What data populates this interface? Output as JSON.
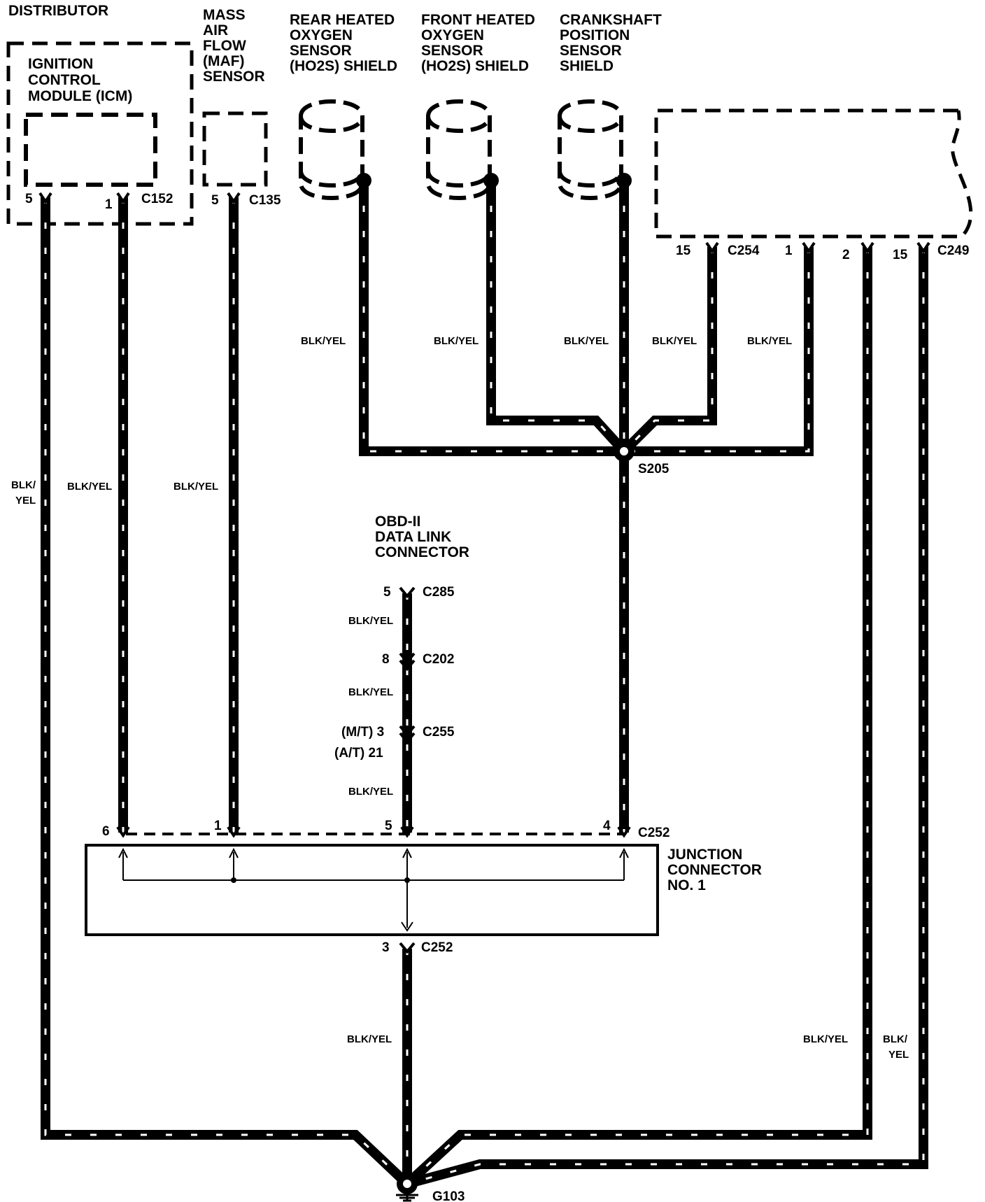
{
  "components": {
    "distributor": "DISTRIBUTOR",
    "icm": [
      "IGNITION",
      "CONTROL",
      "MODULE (ICM)"
    ],
    "maf": [
      "MASS",
      "AIR",
      "FLOW",
      "(MAF)",
      "SENSOR"
    ],
    "rear_ho2s": [
      "REAR HEATED",
      "OXYGEN",
      "SENSOR",
      "(HO2S) SHIELD"
    ],
    "front_ho2s": [
      "FRONT HEATED",
      "OXYGEN",
      "SENSOR",
      "(HO2S) SHIELD"
    ],
    "crankshaft": [
      "CRANKSHAFT",
      "POSITION",
      "SENSOR",
      "SHIELD"
    ],
    "obd": [
      "OBD-II",
      "DATA LINK",
      "CONNECTOR"
    ],
    "junction": [
      "JUNCTION",
      "CONNECTOR",
      "NO. 1"
    ]
  },
  "connectors": {
    "c152": "C152",
    "c135": "C135",
    "c254": "C254",
    "c249": "C249",
    "c285": "C285",
    "c202": "C202",
    "c255": "C255",
    "c252_top": "C252",
    "c252_bottom": "C252",
    "s205": "S205",
    "g103": "G103"
  },
  "pins": {
    "icm_5": "5",
    "icm_1": "1",
    "maf_5": "5",
    "c254_15": "15",
    "c249_1": "1",
    "c249_2": "2",
    "c249_15": "15",
    "c285_5": "5",
    "c202_8": "8",
    "c255_mt": "(M/T) 3",
    "c255_at": "(A/T) 21",
    "jc_6": "6",
    "jc_1": "1",
    "jc_5": "5",
    "jc_4": "4",
    "jc_3": "3"
  },
  "wire_color": "BLK/YEL",
  "wire_color_split": [
    "BLK/",
    "YEL"
  ],
  "colors": {
    "wire": "#000000",
    "wire_stripe": "#ffffff",
    "background": "#ffffff"
  }
}
